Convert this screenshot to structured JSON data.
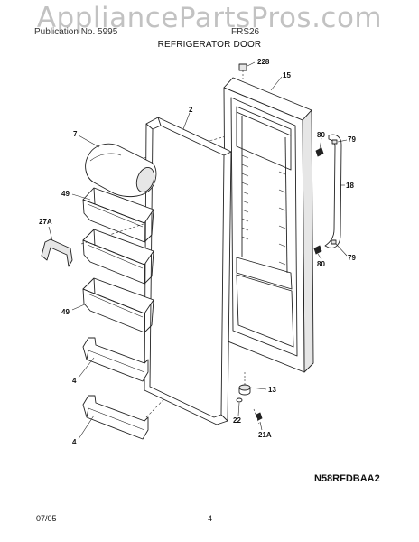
{
  "watermark": "AppliancePartsPros.com",
  "header": {
    "left": "Publication No. 5995",
    "right": "FRS26",
    "title": "REFRIGERATOR DOOR"
  },
  "callouts": {
    "c228": "228",
    "c15": "15",
    "c2": "2",
    "c7": "7",
    "c80a": "80",
    "c79a": "79",
    "c49a": "49",
    "c18": "18",
    "c27a": "27A",
    "c80b": "80",
    "c79b": "79",
    "c49b": "49",
    "c4a": "4",
    "c13": "13",
    "c22": "22",
    "c21a": "21A",
    "c4b": "4"
  },
  "diagram_ref": "N58RFDBAA2",
  "footer": {
    "date": "07/05",
    "page": "4"
  },
  "colors": {
    "line": "#222222",
    "fill": "#ffffff",
    "shade": "#e6e6e6"
  }
}
